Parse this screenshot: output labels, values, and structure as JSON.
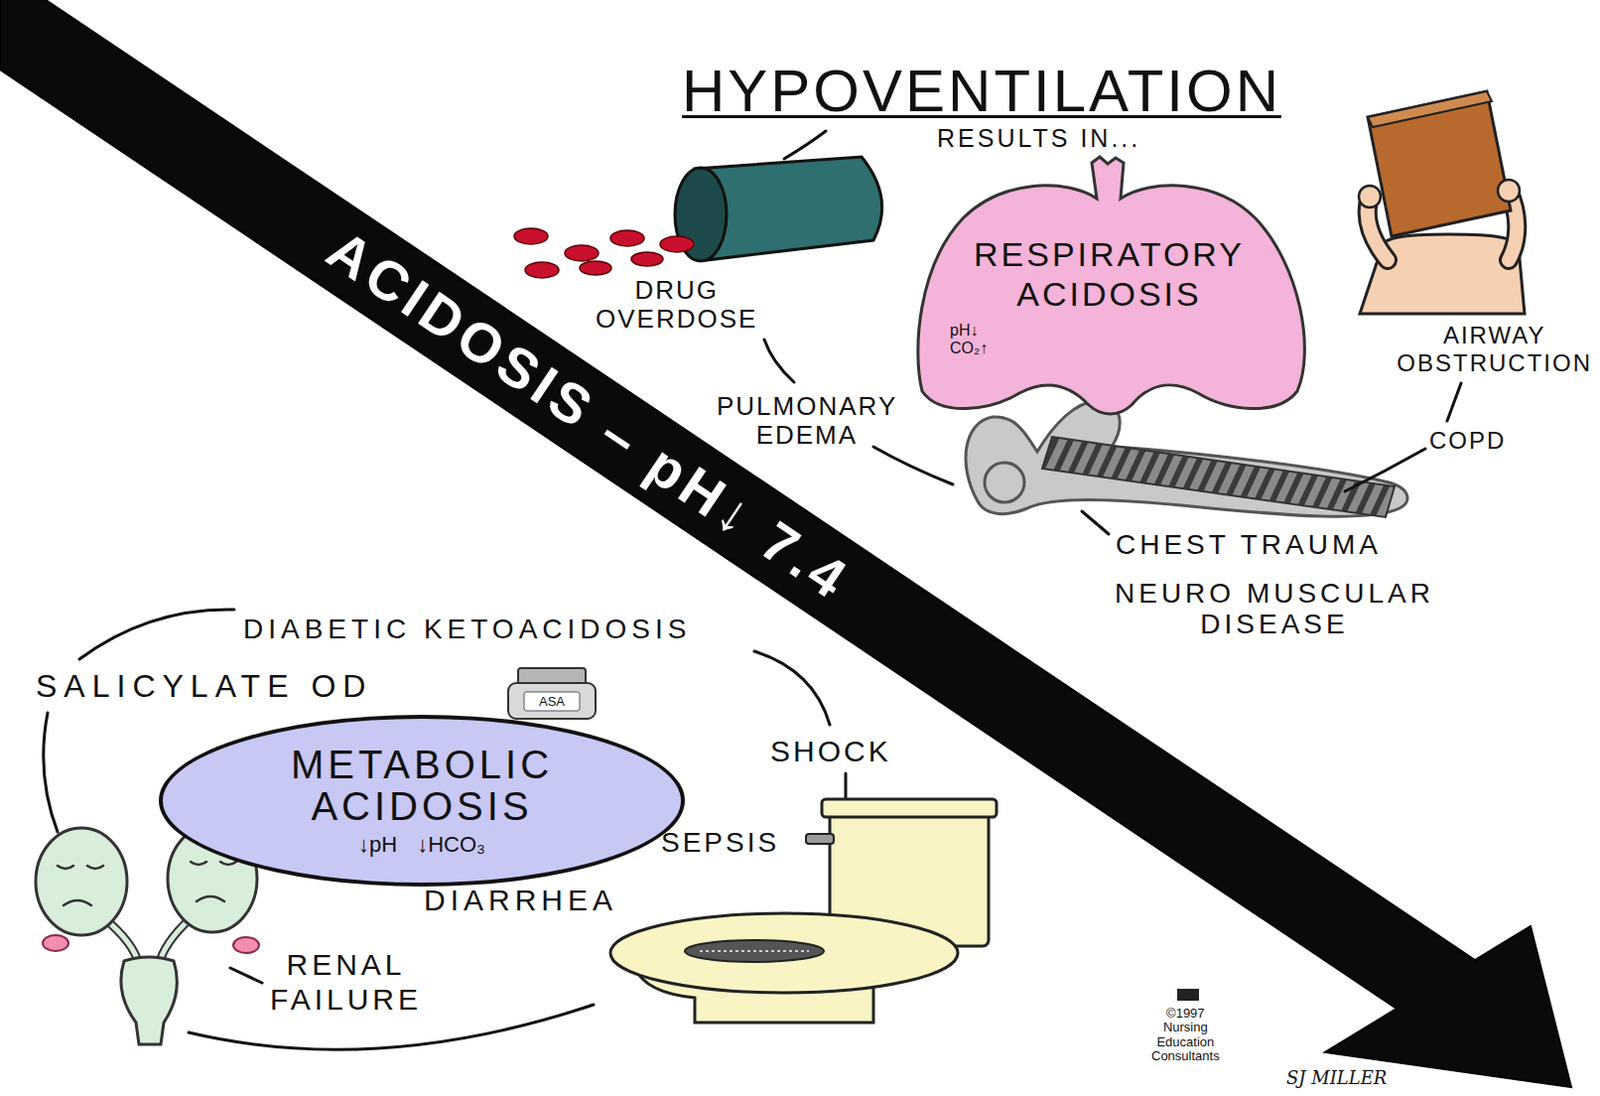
{
  "diagram": {
    "nodes": [
      {
        "text": [
          "ACIDOSIS – pH↓ 7.4"
        ]
      },
      {
        "text": [
          "RESPIRATORY ACIDOSIS",
          "pH↓ CO₂↑"
        ]
      },
      {
        "text": [
          "METABOLIC ACIDOSIS",
          "↓pH ↓HCO₃"
        ]
      }
    ],
    "labels": [
      "HYPOVENTILATION",
      "RESULTS IN...",
      "DRUG OVERDOSE",
      "PULMONARY EDEMA",
      "AIRWAY OBSTRUCTION",
      "COPD",
      "CHEST TRAUMA",
      "NEURO MUSCULAR DISEASE",
      "DIABETIC KETOACIDOSIS",
      "SALICYLATE OD",
      "ASA",
      "SHOCK",
      "SEPSIS",
      "DIARRHEA",
      "RENAL FAILURE",
      "©1997 Nursing Education Consultants",
      "SJ MILLER"
    ]
  }
}
